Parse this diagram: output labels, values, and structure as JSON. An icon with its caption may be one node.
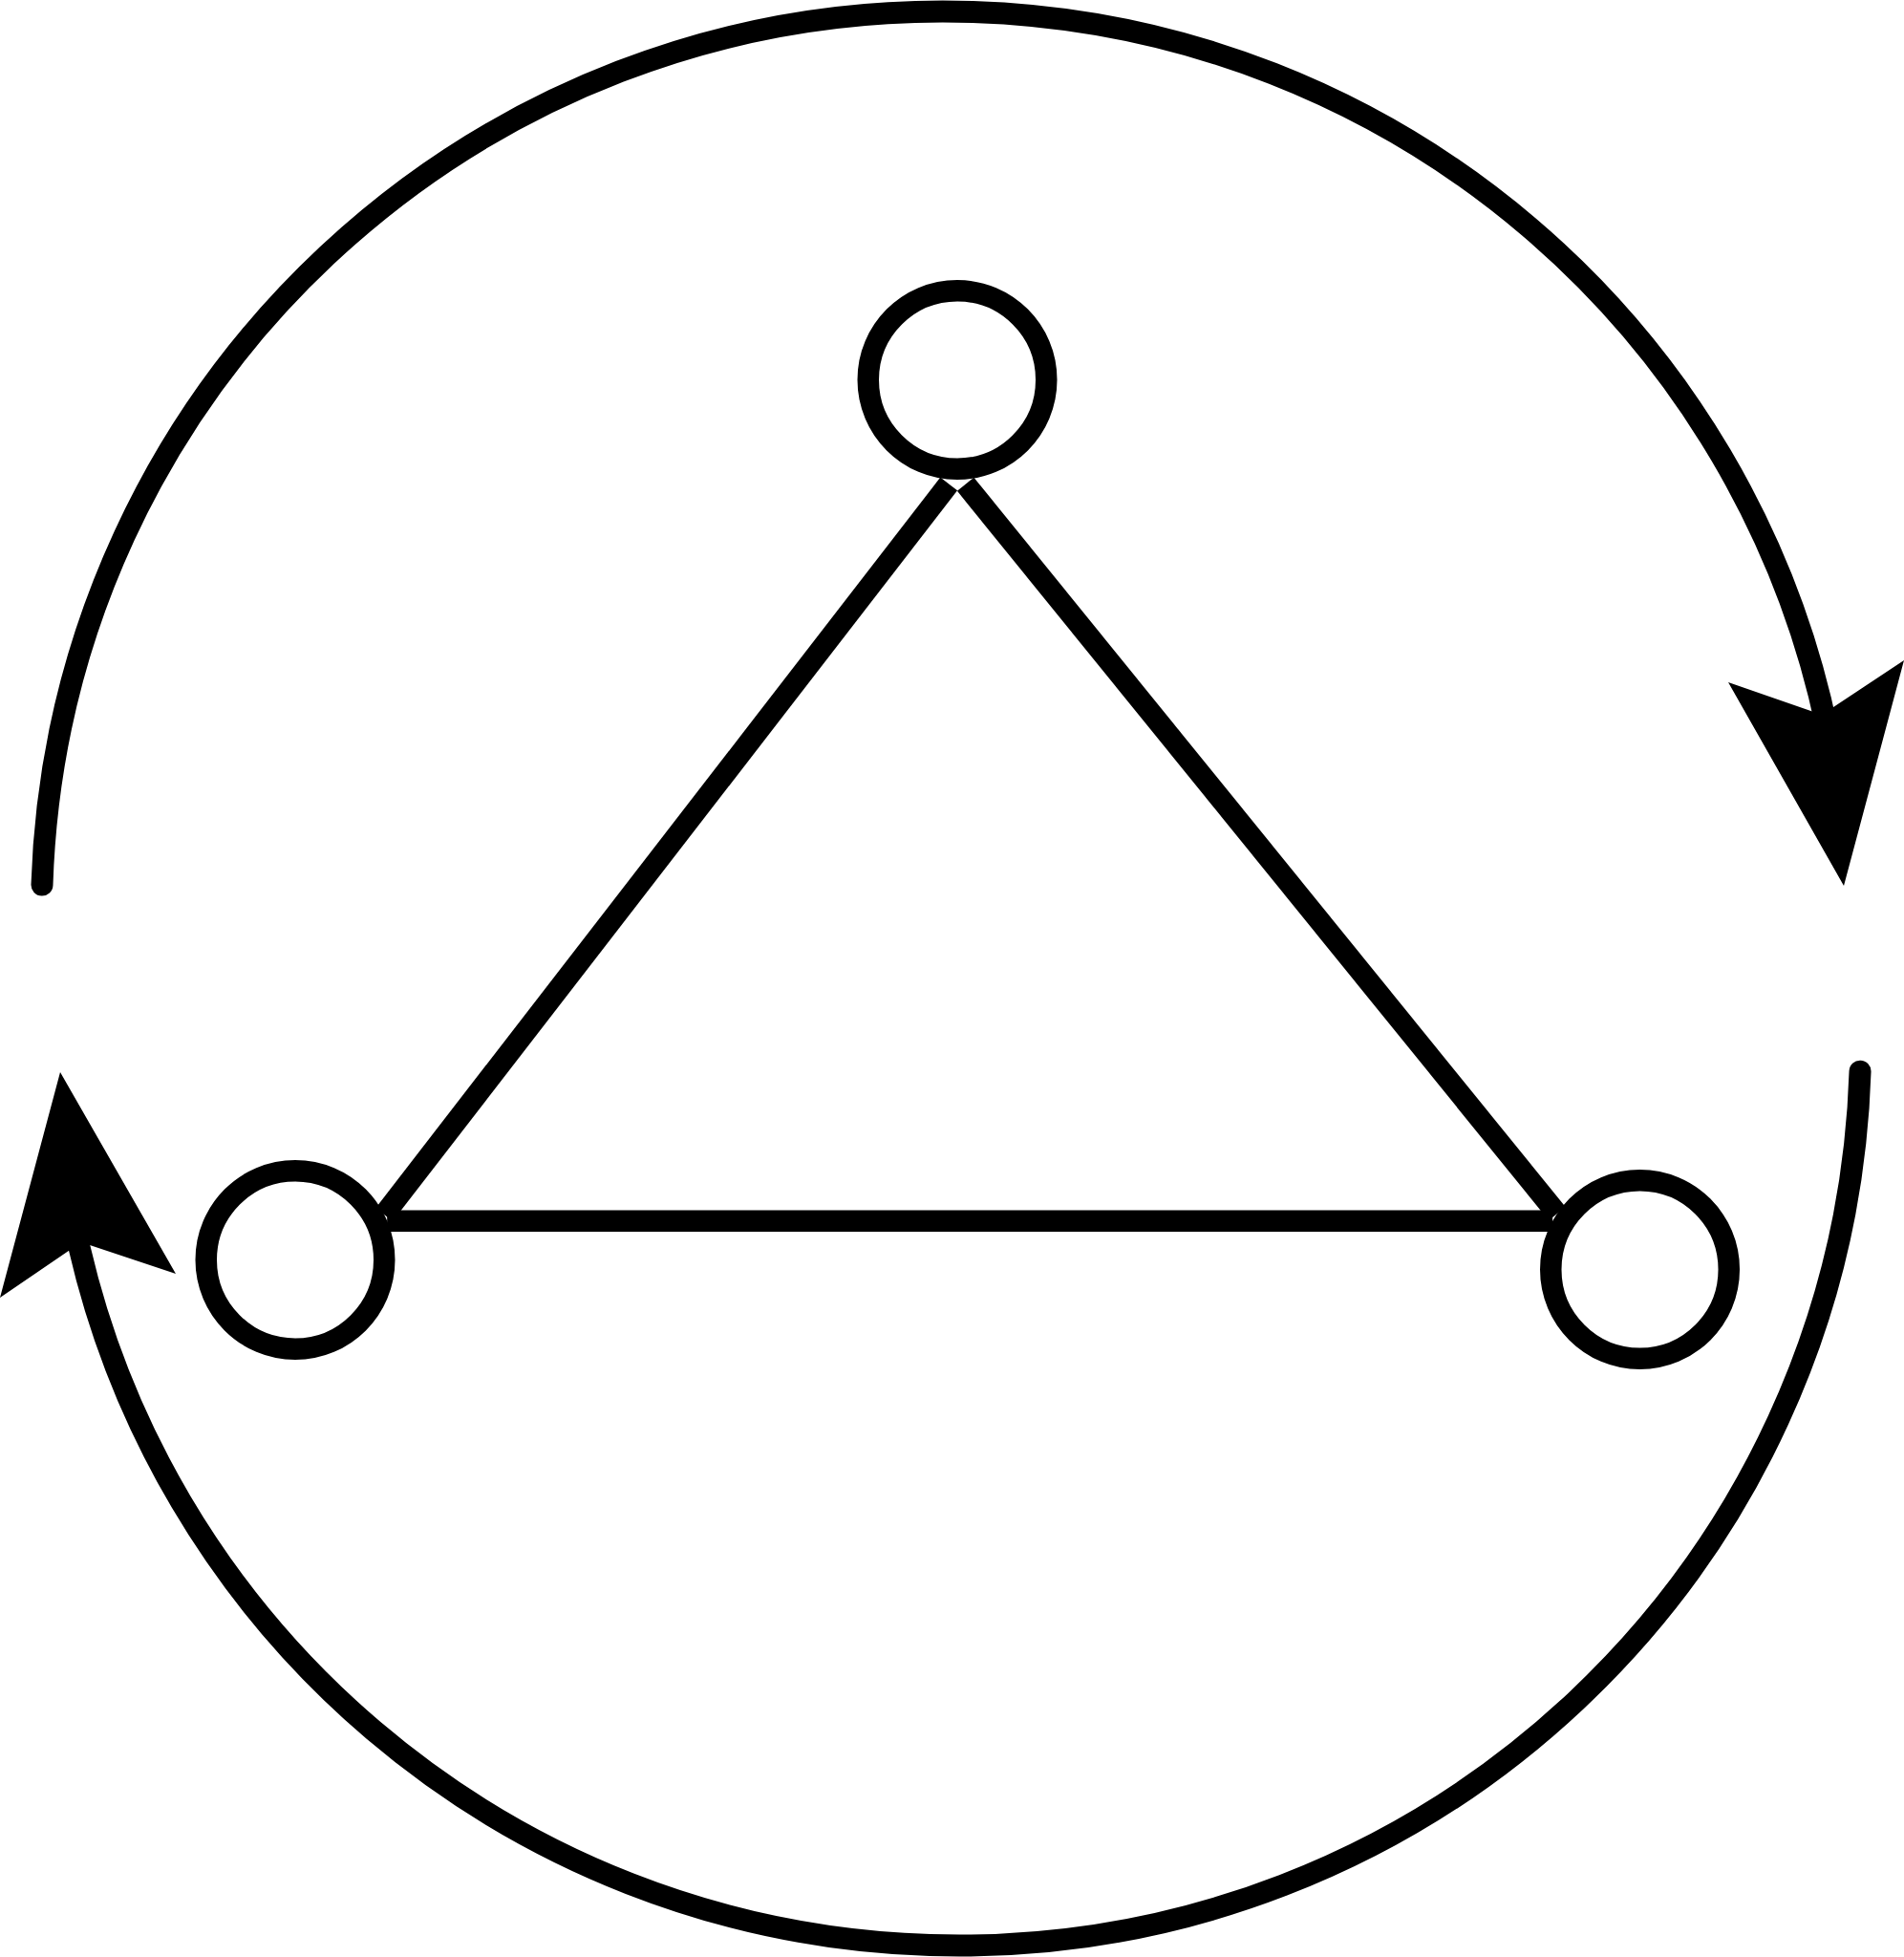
{
  "diagram": {
    "nodes": [
      {
        "text": [],
        "shape": "circle"
      },
      {
        "text": [],
        "shape": "circle"
      },
      {
        "text": [],
        "shape": "circle"
      }
    ],
    "edges": [
      {
        "from": 0,
        "to": 1,
        "arrow": "none"
      },
      {
        "from": 0,
        "to": 2,
        "arrow": "none"
      },
      {
        "from": 1,
        "to": 2,
        "arrow": "none"
      }
    ]
  }
}
